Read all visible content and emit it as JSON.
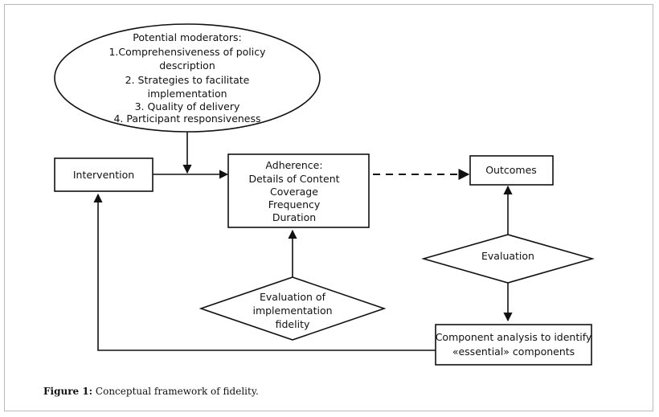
{
  "diagram": {
    "moderators": {
      "title": "Potential moderators:",
      "lines": [
        "1.Comprehensiveness of policy",
        "description",
        "2. Strategies to facilitate",
        "implementation",
        "3. Quality of delivery",
        "4. Participant responsiveness"
      ]
    },
    "intervention": "Intervention",
    "adherence": {
      "title": "Adherence:",
      "lines": [
        "Details of Content",
        "Coverage",
        "Frequency",
        "Duration"
      ]
    },
    "outcomes": "Outcomes",
    "evaluation": "Evaluation",
    "implementation_eval": {
      "lines": [
        "Evaluation of",
        "implementation",
        "fidelity"
      ]
    },
    "component_analysis": {
      "lines": [
        "Component analysis to identify",
        "«essential» components"
      ]
    }
  },
  "caption": {
    "label": "Figure 1:",
    "text": " Conceptual framework of fidelity."
  }
}
